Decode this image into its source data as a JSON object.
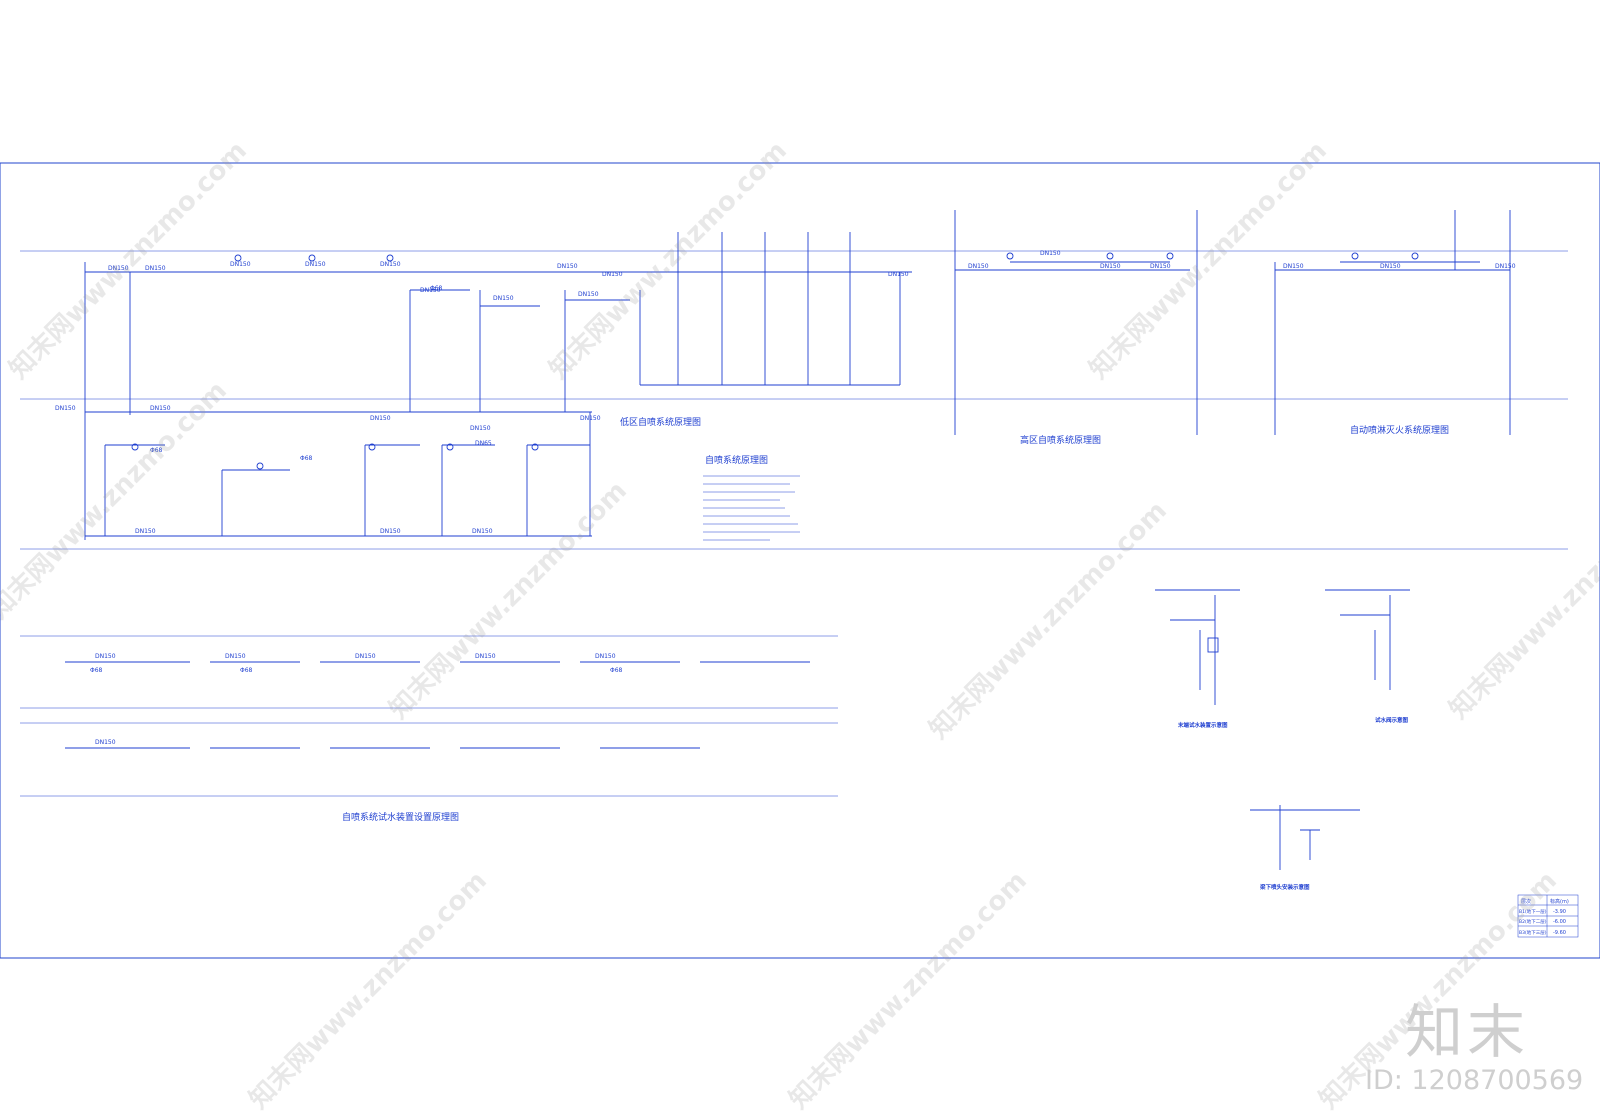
{
  "titles": {
    "low_zone": "低区自喷系统原理图",
    "high_zone": "高区自喷系统原理图",
    "auto_sprinkler": "自动喷淋灭火系统原理图",
    "system_diagram": "自喷系统原理图",
    "test_water": "自喷系统试水装置设置原理图",
    "detail_end": "末端试水装置示意图",
    "detail_valve": "试水阀示意图",
    "detail_beam": "梁下喷头安装示意图"
  },
  "pipe_labels": {
    "dn150": "DN150",
    "dn65": "DN65",
    "phi68": "Φ68"
  },
  "level_table": {
    "header": [
      "层次",
      "标高(m)"
    ],
    "rows": [
      [
        "B1(地下一层)",
        "-3.90"
      ],
      [
        "B2(地下二层)",
        "-6.00"
      ],
      [
        "B3(地下三层)",
        "-9.60"
      ]
    ]
  },
  "brand": {
    "logo": "知末",
    "id": "ID: 1208700569",
    "watermark": "知末网www.znzmo.com"
  }
}
